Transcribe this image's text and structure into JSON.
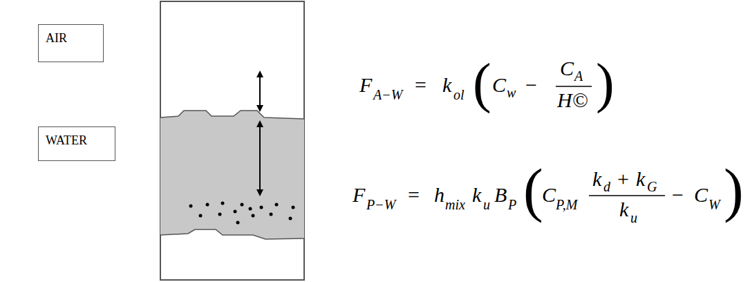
{
  "diagram": {
    "nodes": [
      {
        "text": [
          "AIR"
        ]
      },
      {
        "text": [
          "WATER"
        ]
      }
    ],
    "labels": [
      "F",
      "A−W",
      "=",
      "k",
      "ol",
      "(",
      "C",
      "w",
      "−",
      "C",
      "A",
      "H©",
      ")",
      "F",
      "P−W",
      "=",
      "h",
      "mix",
      "k",
      "u",
      "B",
      "P",
      "(",
      "C",
      "P,M",
      "k",
      "d",
      "+",
      "k",
      "G",
      "k",
      "u",
      "−",
      "C",
      "W",
      ")"
    ]
  }
}
